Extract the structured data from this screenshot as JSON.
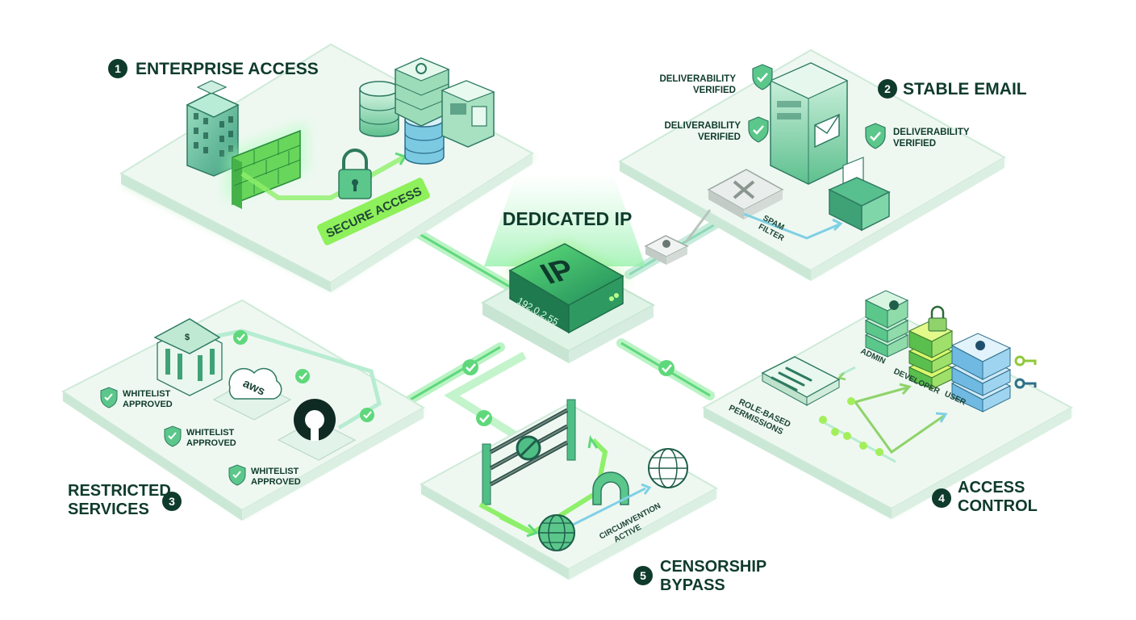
{
  "hub": {
    "title": "DEDICATED IP",
    "chip_label": "IP",
    "ip_address": "192.0.2.55"
  },
  "sections": [
    {
      "number": "1",
      "title": "ENTERPRISE ACCESS"
    },
    {
      "number": "2",
      "title": "STABLE EMAIL"
    },
    {
      "number": "3",
      "title_line1": "RESTRICTED",
      "title_line2": "SERVICES"
    },
    {
      "number": "4",
      "title_line1": "ACCESS",
      "title_line2": "CONTROL"
    },
    {
      "number": "5",
      "title_line1": "CENSORSHIP",
      "title_line2": "BYPASS"
    }
  ],
  "enterprise": {
    "tag": "SECURE ACCESS"
  },
  "email": {
    "badge_line1": "DELIVERABILITY",
    "badge_line2": "VERIFIED",
    "filter_line1": "SPAM",
    "filter_line2": "FILTER"
  },
  "restricted": {
    "badge_line1": "WHITELIST",
    "badge_line2": "APPROVED",
    "cloud_label": "aws"
  },
  "access": {
    "roles": [
      "ADMIN",
      "DEVELOPER",
      "USER"
    ],
    "panel_line1": "ROLE-BASED",
    "panel_line2": "PERMISSIONS"
  },
  "censorship": {
    "status_line1": "CIRCUMVENTION",
    "status_line2": "ACTIVE"
  },
  "colors": {
    "accent_green": "#37c86a",
    "bright_green": "#7fe85a",
    "dark_green": "#0f3b2c",
    "platform": "#eef8f1",
    "teal": "#6cc4cf"
  }
}
